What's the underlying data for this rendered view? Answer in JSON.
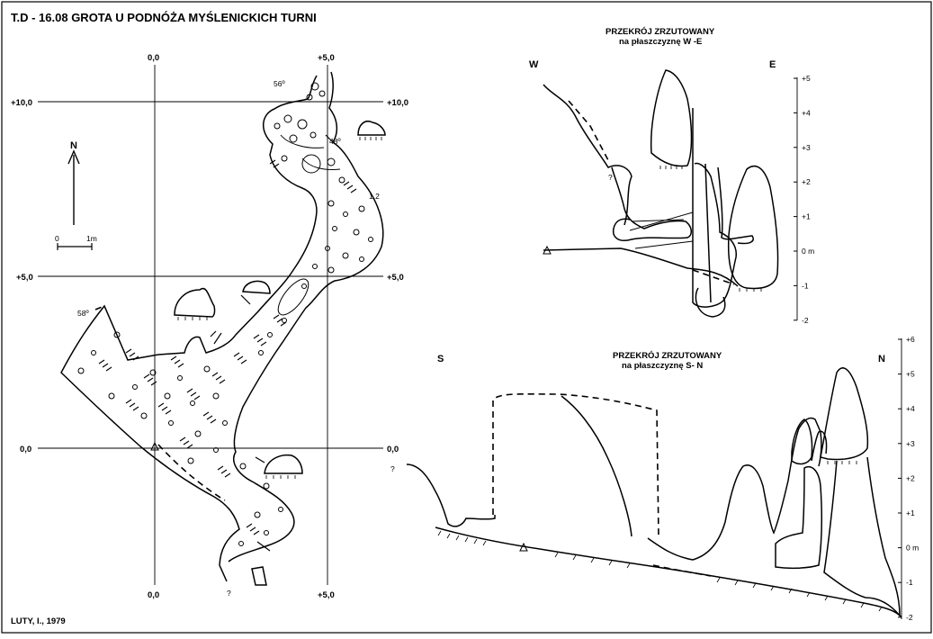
{
  "title": "T.D - 16.08  GROTA U PODNÓŻA MYŚLENICKICH TURNI",
  "author": "LUTY, I., 1979",
  "plan": {
    "grid_labels": {
      "x_zero_top": "0,0",
      "x_five_top": "+5,0",
      "x_zero_bottom": "0,0",
      "x_five_bottom": "+5,0",
      "y_ten_left": "+10,0",
      "y_ten_right": "+10,0",
      "y_five_left": "+5,0",
      "y_five_right": "+5,0",
      "y_zero_left": "0,0",
      "y_zero_right": "0,0"
    },
    "north": "N",
    "scale": {
      "start": "0",
      "end": "1m"
    },
    "slopes": [
      "56º",
      "48º",
      "58º"
    ],
    "depth_label": "1,2",
    "question_mark": "?"
  },
  "section_we": {
    "title": "PRZEKRÓJ ZRZUTOWANY",
    "subtitle": "na płaszczyznę W -E",
    "left_dir": "W",
    "right_dir": "E",
    "scale_labels": [
      "+5",
      "+4",
      "+3",
      "+2",
      "+1",
      "0 m",
      "-1",
      "-2"
    ],
    "question_mark": "?"
  },
  "section_sn": {
    "title": "PRZEKRÓJ ZRZUTOWANY",
    "subtitle": "na płaszczyznę S- N",
    "left_dir": "S",
    "right_dir": "N",
    "scale_labels": [
      "+6",
      "+5",
      "+4",
      "+3",
      "+2",
      "+1",
      "0 m",
      "-1",
      "-2"
    ],
    "question_mark": "?"
  },
  "colors": {
    "ink": "#000000",
    "paper": "#ffffff"
  }
}
